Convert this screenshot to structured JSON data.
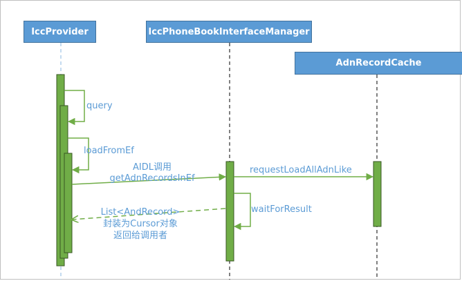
{
  "participants": [
    {
      "label": "IccProvider"
    },
    {
      "label": "IccPhoneBookInterfaceManager"
    },
    {
      "label": "AdnRecordCache"
    }
  ],
  "messages": {
    "query": "query",
    "load_from_ef": "loadFromEf",
    "aidl_line1": "AIDL调用",
    "aidl_line2": "getAdnRecordsInEf",
    "request_load": "requestLoadAllAdnLike",
    "wait_for_result": "waitForResult",
    "return_line1": "List<AndRecord>",
    "return_line2": "封装为Cursor对象",
    "return_line3": "返回给调用者"
  },
  "colors": {
    "header_fill": "#5b9bd5",
    "header_border": "#41719c",
    "activation_fill": "#70ad47",
    "activation_border": "#375623",
    "label_text": "#5b9bd5",
    "lifeline_provider": "#9dc3e6",
    "lifeline_other": "#000000"
  }
}
